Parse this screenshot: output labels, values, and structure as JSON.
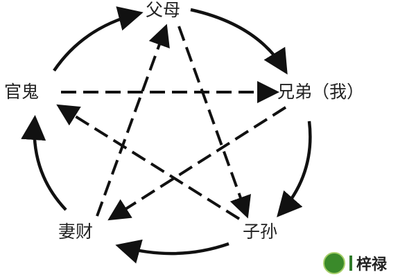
{
  "nodes": {
    "parents": "父母",
    "siblings": "兄弟（我）",
    "offspring": "子孙",
    "wealth": "妻财",
    "officer": "官鬼"
  },
  "logo": {
    "brand": "梓禄"
  },
  "colors": {
    "line": "#111111",
    "logo_green": "#3a8a2a"
  }
}
